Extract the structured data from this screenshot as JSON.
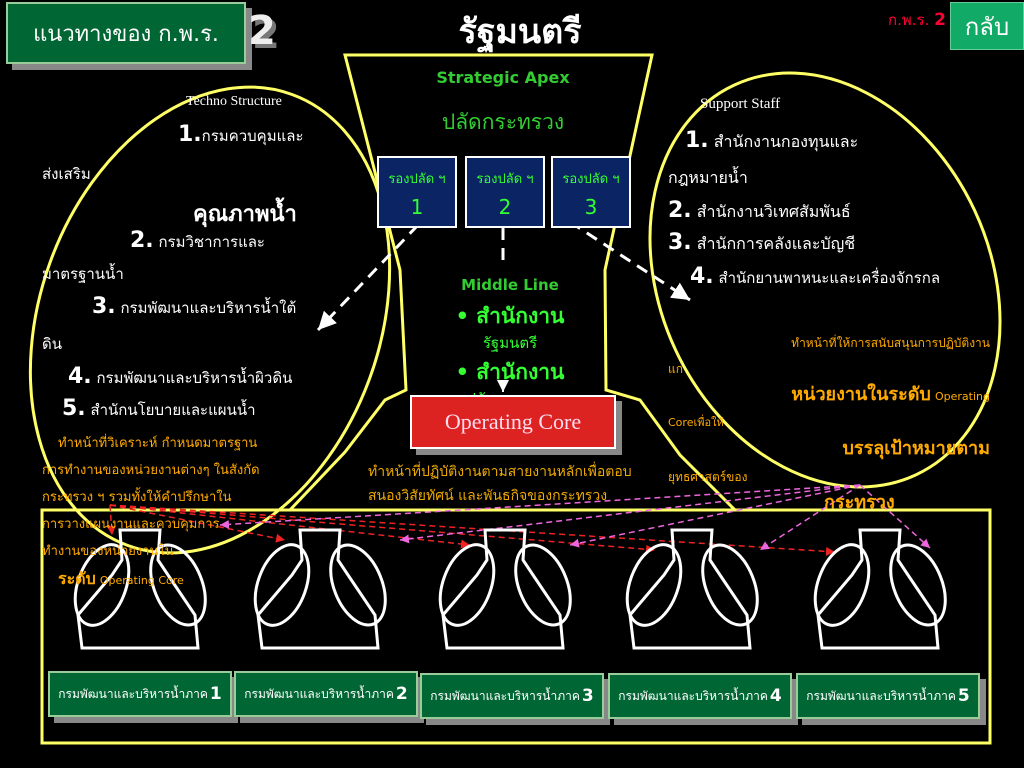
{
  "header": {
    "title": "แนวทางของ ก.พ.ร.",
    "title_number": "2",
    "top_title": "รัฐมนตรี",
    "corner_label": "ก.พ.ร.",
    "corner_number": "2",
    "back_label": "กลับ"
  },
  "apex": {
    "label": "Strategic Apex",
    "sub_label": "ปลัดกระทรวง",
    "deputies": [
      {
        "label": "รองปลัด ฯ",
        "number": "1"
      },
      {
        "label": "รองปลัด ฯ",
        "number": "2"
      },
      {
        "label": "รองปลัด ฯ",
        "number": "3"
      }
    ]
  },
  "middle_line": {
    "label": "Middle Line",
    "items": [
      {
        "line1": "• สำนักงาน",
        "line2": "รัฐมนตรี"
      },
      {
        "line1": "• สำนักงาน",
        "line2": "ปลัดกระทรวง"
      }
    ]
  },
  "operating_core": {
    "label": "Operating Core",
    "description": "ทำหน้าที่ปฏิบัติงานตามสายงานหลักเพื่อตอบสนองวิสัยทัศน์ และพันธกิจของกระทรวง"
  },
  "techno_structure": {
    "label": "Techno Structure",
    "items": [
      {
        "num": "1.",
        "line1": "กรมควบคุมและ",
        "line2": "ส่งเสริม",
        "line3": "คุณภาพน้ำ"
      },
      {
        "num": "2.",
        "line1": "กรมวิชาการและ",
        "line2": "มาตรฐานน้ำ"
      },
      {
        "num": "3.",
        "line1": "กรมพัฒนาและบริหารน้ำใต้",
        "line2": "ดิน"
      },
      {
        "num": "4.",
        "line1": "กรมพัฒนาและบริหารน้ำผิวดิน"
      },
      {
        "num": "5.",
        "line1": "สำนักนโยบายและแผนน้ำ"
      }
    ],
    "description_lines": [
      "ทำหน้าที่วิเคราะห์ กำหนดมาตรฐาน",
      "การทำงานของหน่วยงานต่างๆ ในสังกัด",
      "กระทรวง ฯ รวมทั้งให้คำปรึกษาใน",
      "การวางแผนงานและควบคุมการ",
      "ทำงานของหน่วยงานใน"
    ],
    "description_tail_big": "ระดับ",
    "description_tail_small": "Operating Core"
  },
  "support_staff": {
    "label": "Support Staff",
    "items": [
      {
        "num": "1.",
        "line1": "สำนักงานกองทุนและ",
        "line2": "กฎหมายน้ำ"
      },
      {
        "num": "2.",
        "line1": "สำนักงานวิเทศสัมพันธ์"
      },
      {
        "num": "3.",
        "line1": "สำนักการคลังและบัญชี"
      },
      {
        "num": "4.",
        "line1": "สำนักยานพาหนะและเครื่องจักรกล"
      }
    ],
    "description": {
      "line1": "ทำหน้าที่ให้การสนับสนุนการปฏิบัติงาน",
      "line2": "แก่",
      "line3_big": "หน่วยงานในระดับ",
      "line3_small": "Operating",
      "line4": "Coreเพื่อให้",
      "line5_big": "บรรลุเป้าหมายตาม",
      "line6": "ยุทธศาสตร์ของ",
      "line7_big": "กระทรวง"
    }
  },
  "regions": [
    {
      "label": "กรมพัฒนาและบริหารน้ำภาค",
      "number": "1"
    },
    {
      "label": "กรมพัฒนาและบริหารน้ำภาค",
      "number": "2"
    },
    {
      "label": "กรมพัฒนาและบริหารน้ำภาค",
      "number": "3"
    },
    {
      "label": "กรมพัฒนาและบริหารน้ำภาค",
      "number": "4"
    },
    {
      "label": "กรมพัฒนาและบริหารน้ำภาค",
      "number": "5"
    }
  ],
  "colors": {
    "outline": "#ffff66",
    "region_bg": "#006633",
    "core_bg": "#dd2222",
    "deputy_bg": "#0a2464",
    "green_text": "#33cc33",
    "orange_text": "#ffaa00"
  }
}
